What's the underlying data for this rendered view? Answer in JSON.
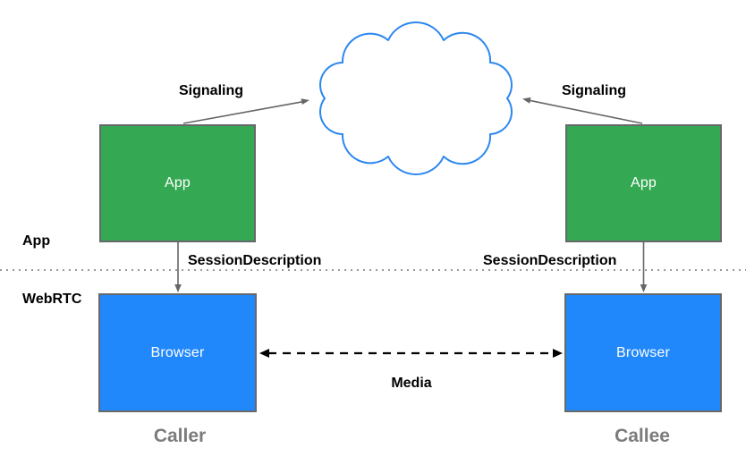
{
  "layers": {
    "app_label": "App",
    "webrtc_label": "WebRTC"
  },
  "nodes": {
    "caller_app": {
      "label": "App"
    },
    "callee_app": {
      "label": "App"
    },
    "caller_browser": {
      "label": "Browser"
    },
    "callee_browser": {
      "label": "Browser"
    }
  },
  "edges": {
    "signaling_left": {
      "label": "Signaling"
    },
    "signaling_right": {
      "label": "Signaling"
    },
    "session_description_left": {
      "label": "SessionDescription"
    },
    "session_description_right": {
      "label": "SessionDescription"
    },
    "media": {
      "label": "Media"
    }
  },
  "captions": {
    "caller": "Caller",
    "callee": "Callee"
  },
  "icons": {
    "cloud": "network-cloud"
  },
  "colors": {
    "app_box": "#34a853",
    "browser_box": "#2188fb",
    "cloud_stroke": "#2c87f0",
    "cloud_fill": "#ffffff",
    "gray_arrow": "#666666",
    "black_arrow": "#000000",
    "dotted_line": "#999999",
    "caption_gray": "#7b7b7b",
    "label_black": "#000000"
  }
}
